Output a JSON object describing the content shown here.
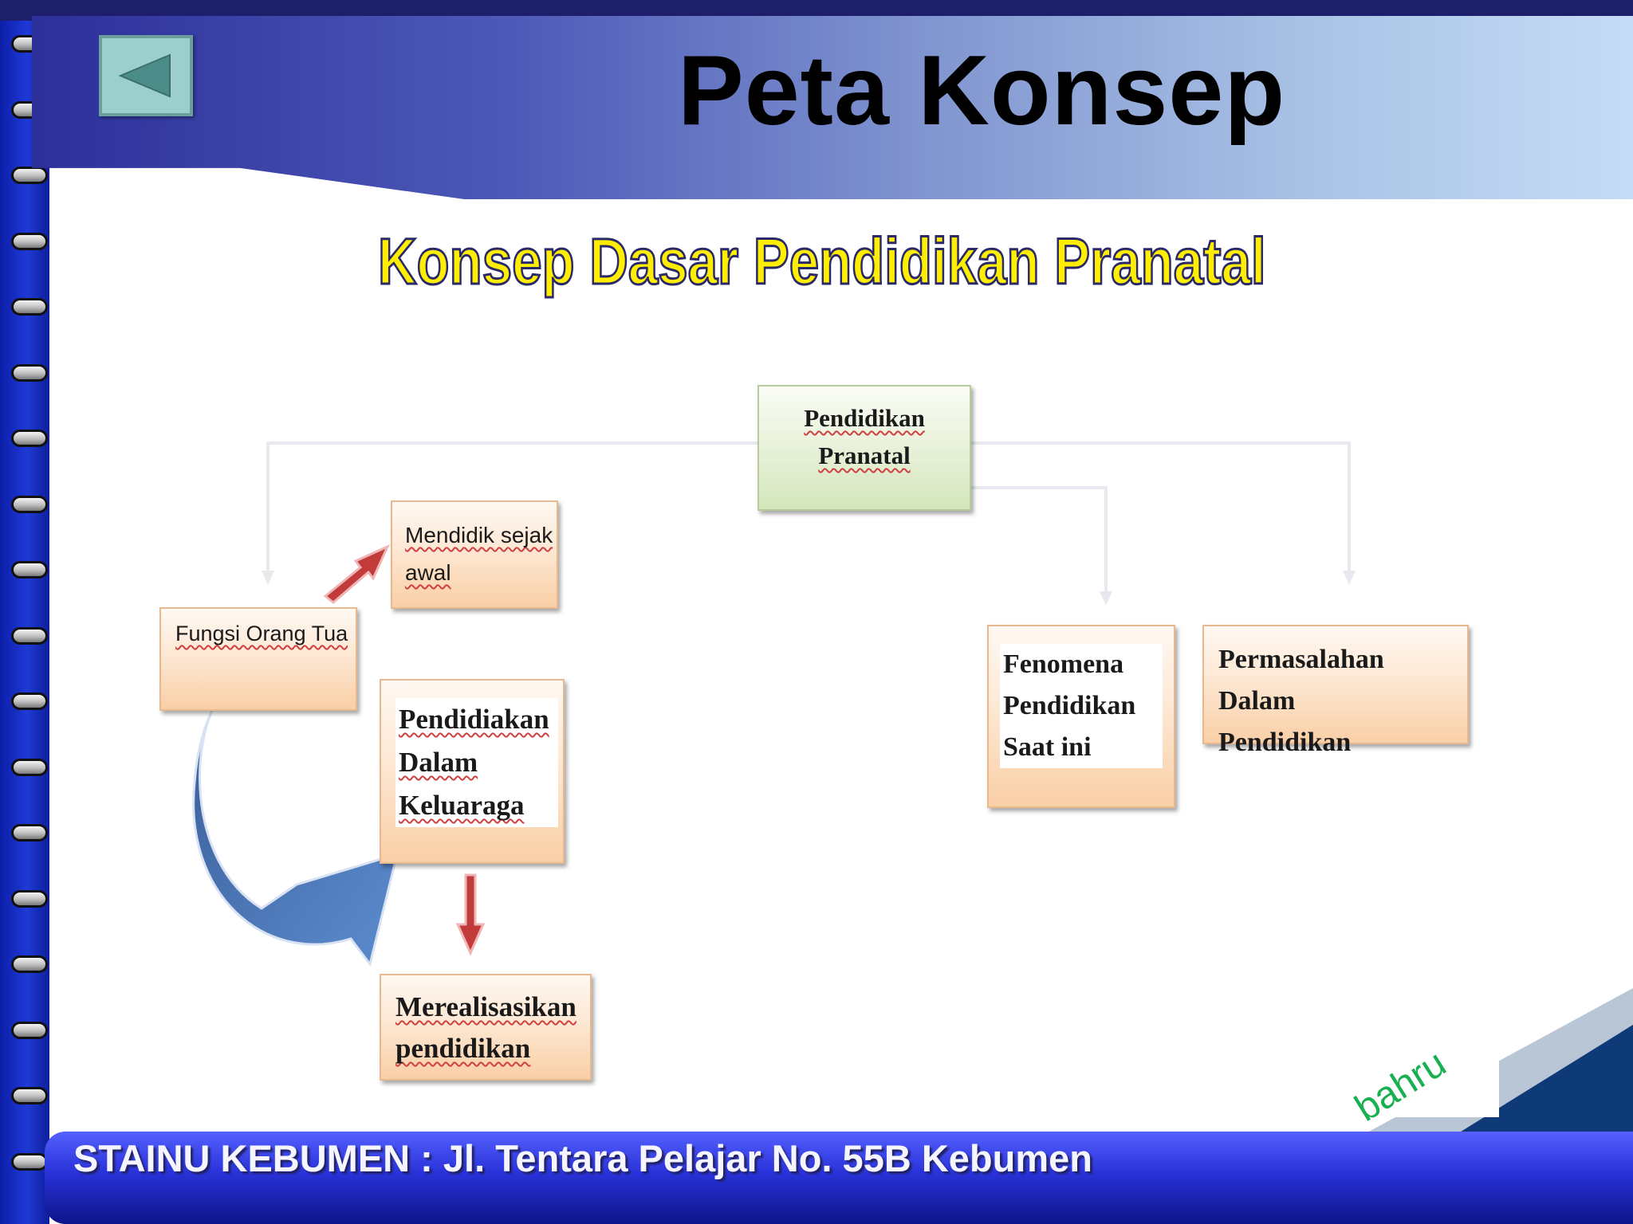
{
  "slide": {
    "title": "Peta Konsep",
    "subtitle": "Konsep Dasar Pendidikan Pranatal",
    "footer": "STAINU KEBUMEN  : Jl. Tentara Pelajar No. 55B Kebumen",
    "watermark": "bahru"
  },
  "nav": {
    "back_icon": "left-triangle-icon"
  },
  "diagram": {
    "root": {
      "line1": "Pendidikan",
      "line2": "Pranatal"
    },
    "fungsi_orang_tua": "Fungsi Orang Tua",
    "mendidik_sejak_awal": {
      "line1": "Mendidik sejak",
      "line2": "awal"
    },
    "pendidikan_keluarga": {
      "line1": "Pendidiakan",
      "line2": "Dalam",
      "line3": "Keluaraga"
    },
    "merealisasikan": {
      "line1": "Merealisasikan",
      "line2": "pendidikan"
    },
    "fenomena": {
      "line1": "Fenomena",
      "line2": "Pendidikan",
      "line3": "Saat ini"
    },
    "permasalahan": {
      "line1": "Permasalahan Dalam",
      "line2": "Pendidikan"
    }
  },
  "colors": {
    "subtitle_fill": "#ffee00",
    "box_fill": "#fde8d4",
    "root_fill": "#e4efd4",
    "arrow_red": "#c23b3b",
    "arrow_blue": "#4a74b4",
    "footer_blue": "#2832d8"
  }
}
